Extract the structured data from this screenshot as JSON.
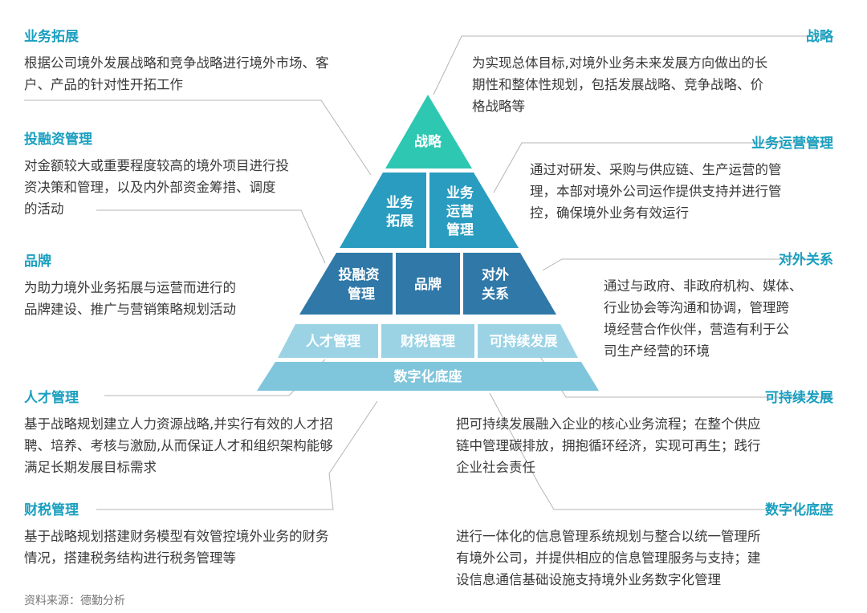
{
  "left": [
    {
      "title": "业务拓展",
      "desc": [
        "根据公司境外发展战略和竞争战略进行境外市场、客",
        "户、产品的针对性开拓工作"
      ]
    },
    {
      "title": "投融资管理",
      "desc": [
        "对金额较大或重要程度较高的境外项目进行投",
        "资决策和管理，以及内外部资金筹措、调度",
        "的活动"
      ]
    },
    {
      "title": "品牌",
      "desc": [
        "为助力境外业务拓展与运营而进行的",
        "品牌建设、推广与营销策略规划活动"
      ]
    },
    {
      "title": "人才管理",
      "desc": [
        "基于战略规划建立人力资源战略,并实行有效的人才招",
        "聘、培养、考核与激励,从而保证人才和组织架构能够",
        "满足长期发展目标需求"
      ]
    },
    {
      "title": "财税管理",
      "desc": [
        "基于战略规划搭建财务模型有效管控境外业务的财务",
        "情况，搭建税务结构进行税务管理等"
      ]
    }
  ],
  "right": [
    {
      "title": "战略",
      "desc": [
        "为实现总体目标,对境外业务未来发展方向做出的长",
        "期性和整体性规划，包括发展战略、竞争战略、价",
        "格战略等"
      ]
    },
    {
      "title": "业务运营管理",
      "desc": [
        "通过对研发、采购与供应链、生产运营的管",
        "理，本部对境外公司运作提供支持并进行管",
        "控，确保境外业务有效运行"
      ]
    },
    {
      "title": "对外关系",
      "desc": [
        "通过与政府、非政府机构、媒体、",
        "行业协会等沟通和协调，管理跨",
        "境经营合作伙伴，营造有利于公",
        "司生产经营的环境"
      ]
    },
    {
      "title": "可持续发展",
      "desc": [
        "把可持续发展融入企业的核心业务流程；在整个供应",
        "链中管理碳排放，拥抱循环经济，实现可再生；践行",
        "企业社会责任"
      ]
    },
    {
      "title": "数字化底座",
      "desc": [
        "进行一体化的信息管理系统规划与整合以统一管理所",
        "有境外公司，并提供相应的信息管理服务与支持；建",
        "设信息通信基础设施支持境外业务数字化管理"
      ]
    }
  ],
  "pyramid": {
    "top": "战略",
    "row2": [
      [
        "业务",
        "拓展"
      ],
      [
        "业务",
        "运营",
        "管理"
      ]
    ],
    "row3": [
      [
        "投融资",
        "管理"
      ],
      [
        "品牌"
      ],
      [
        "对外",
        "关系"
      ]
    ],
    "row4": [
      "人才管理",
      "财税管理",
      "可持续发展"
    ],
    "base": "数字化底座"
  },
  "colors": {
    "top": "#2ec7b2",
    "row2": "#2a9cc0",
    "row3": "#2f78a8",
    "row4": "#9bd3e5",
    "base": "#7fc6dc",
    "heading": "#1a9fbf"
  },
  "source": "资料来源：德勤分析"
}
